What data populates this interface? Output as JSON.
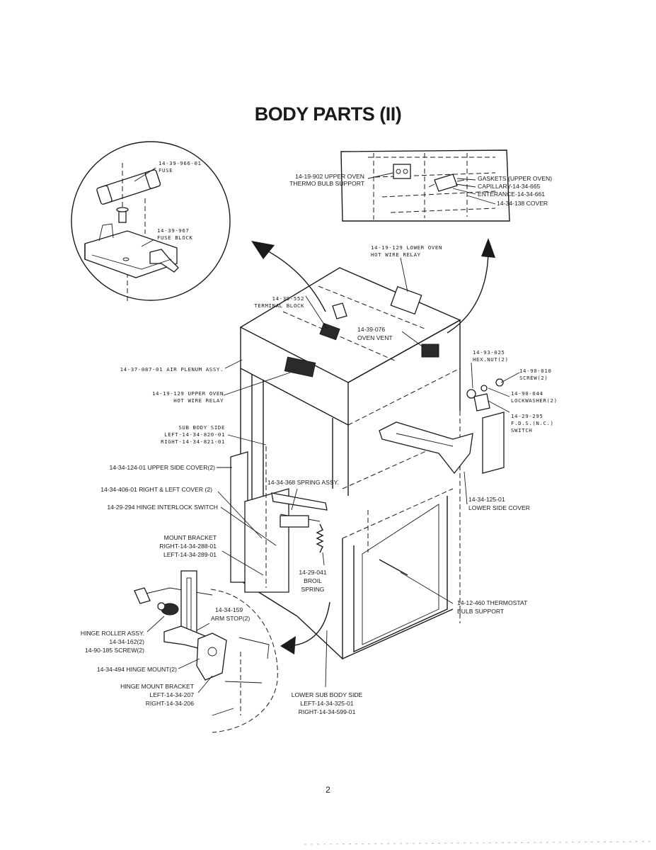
{
  "page": {
    "title": "BODY PARTS (II)",
    "number": "2"
  },
  "labels": {
    "fuse": [
      "14-39-966-01",
      "FUSE"
    ],
    "fuse_block": [
      "14-39-967",
      "FUSE BLOCK"
    ],
    "upper_thermo": [
      "14-19-902 UPPER OVEN",
      "THERMO BULB SUPPORT"
    ],
    "gaskets": [
      "GASKETS (UPPER OVEN)",
      "CAPILLARY-14-34-665",
      "ENTERANCE-14-34-661",
      "14-34-138 COVER"
    ],
    "lower_relay": [
      "14-19-129 LOWER OVEN",
      "HOT WIRE RELAY"
    ],
    "terminal_block": [
      "14-39-552",
      "TERMINAL BLOCK"
    ],
    "oven_vent": [
      "14-39-076",
      "OVEN VENT"
    ],
    "air_plenum": [
      "14-37-087-01 AIR PLENUM ASSY."
    ],
    "hex_nut": [
      "14-93-025",
      "HEX.NUT(2)"
    ],
    "screw": [
      "14-90-010",
      "SCREW(2)"
    ],
    "lockwasher": [
      "14-90-044",
      "LOCKWASHER(2)"
    ],
    "fds_switch": [
      "14-29-295",
      "F.D.S.(N.C.)",
      "SWITCH"
    ],
    "upper_relay": [
      "14-19-129 UPPER OVEN",
      "HOT WIRE RELAY"
    ],
    "sub_body_side": [
      "SUB BODY SIDE",
      "LEFT-14-34-820-01",
      "RIGHT-14-34-821-01"
    ],
    "upper_side_cover": [
      "14-34-124-01 UPPER SIDE COVER(2)"
    ],
    "spring_assy": [
      "14-34-368 SPRING ASSY."
    ],
    "right_left_cover": [
      "14-34-406-01 RIGHT & LEFT COVER (2)"
    ],
    "interlock": [
      "14-29-294 HINGE INTERLOCK SWITCH"
    ],
    "lower_side_cover": [
      "14-34-125-01",
      "LOWER SIDE COVER"
    ],
    "mount_bracket": [
      "MOUNT BRACKET",
      "RIGHT-14-34-288-01",
      "LEFT-14-34-289-01"
    ],
    "broil_spring": [
      "14-29-041",
      "BROIL",
      "SPRING"
    ],
    "thermostat": [
      "14-12-460 THERMOSTAT",
      "BULB SUPPORT"
    ],
    "arm_stop": [
      "14-34-159",
      "ARM STOP(2)"
    ],
    "hinge_roller": [
      "HINGE ROLLER ASSY.",
      "14-34-162(2)",
      "14-90-185 SCREW(2)"
    ],
    "hinge_mount": [
      "14-34-494 HINGE MOUNT(2)"
    ],
    "hinge_mount_bracket": [
      "HINGE MOUNT BRACKET",
      "LEFT-14-34-207",
      "RIGHT-14-34-206"
    ],
    "lower_sub_body": [
      "LOWER SUB BODY SIDE",
      "LEFT-14-34-325-01",
      "RIGHT-14-34-599-01"
    ]
  }
}
